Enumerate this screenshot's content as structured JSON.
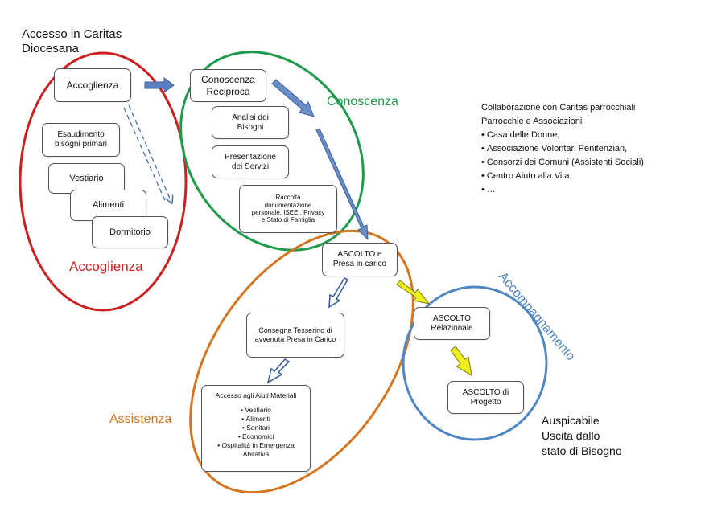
{
  "title_line1": "Accesso in Caritas",
  "title_line2": "Diocesana",
  "sections": {
    "accoglienza": "Accoglienza",
    "conoscenza": "Conoscenza",
    "assistenza": "Assistenza",
    "accompagnamento": "Accompagnamento"
  },
  "colors": {
    "accoglienza": "#cc1f1f",
    "conoscenza": "#1f9a4a",
    "assistenza": "#d4761f",
    "accompagnamento": "#4f86c4",
    "blue_arrow": "#6a8fc8",
    "yellow_arrow": "#f0ee1a"
  },
  "boxes": {
    "accoglienza": "Accoglienza",
    "esaudimento_1": "Esaudimento",
    "esaudimento_2": "bisogni primari",
    "vestiario": "Vestiario",
    "alimenti": "Alimenti",
    "dormitorio": "Dormitorio",
    "conoscenza_1": "Conoscenza",
    "conoscenza_2": "Reciproca",
    "analisi_1": "Analisi dei",
    "analisi_2": "Bisogni",
    "presentazione_1": "Presentazione",
    "presentazione_2": "dei Servizi",
    "raccolta_1": "Raccolta",
    "raccolta_2": "documentazione",
    "raccolta_3": "personale, ISEE , Privacy",
    "raccolta_4": "e Stato di Famiglia",
    "ascolto_presa_1": "ASCOLTO e",
    "ascolto_presa_2": "Presa in carico",
    "consegna_1": "Consegna Tesserino di",
    "consegna_2": "avvenuta Presa in Carico",
    "accesso_aiuti_title": "Accesso agli Aiuti Materiali",
    "aiuti_items": [
      "Vestiario",
      "Alimenti",
      "Sanitari",
      "Economici",
      "Ospitalità in Emergenza",
      "Abitativa"
    ],
    "ascolto_rel_1": "ASCOLTO",
    "ascolto_rel_2": "Relazionale",
    "ascolto_prog_1": "ASCOLTO  di",
    "ascolto_prog_2": "Progetto"
  },
  "collaborazione": {
    "line1": "Collaborazione  con  Caritas parrocchiali",
    "line2": "Parrocchie e Associazioni",
    "items": [
      "Casa delle Donne,",
      "Associazione Volontari Penitenziari,",
      "Consorzi dei Comuni (Assistenti Sociali),",
      "Centro Aiuto alla Vita",
      "…"
    ]
  },
  "uscita": {
    "line1": "Auspicabile",
    "line2": "Uscita dallo",
    "line3": "stato di Bisogno"
  }
}
